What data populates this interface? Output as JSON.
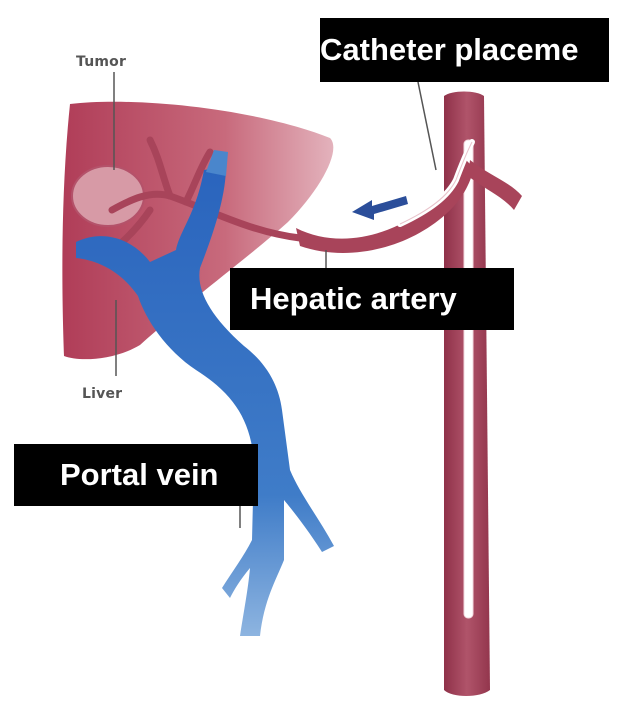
{
  "labels": {
    "catheter": "Catheter placeme",
    "hepatic": "Hepatic artery",
    "portal": "Portal vein",
    "tumor": "Tumor",
    "liver": "Liver"
  },
  "colors": {
    "liver": "#b5475f",
    "artery": "#a8445a",
    "vein": "#2f6dc0",
    "arrow": "#2b4e9a",
    "label_bg": "#000000",
    "label_text": "#ffffff"
  }
}
